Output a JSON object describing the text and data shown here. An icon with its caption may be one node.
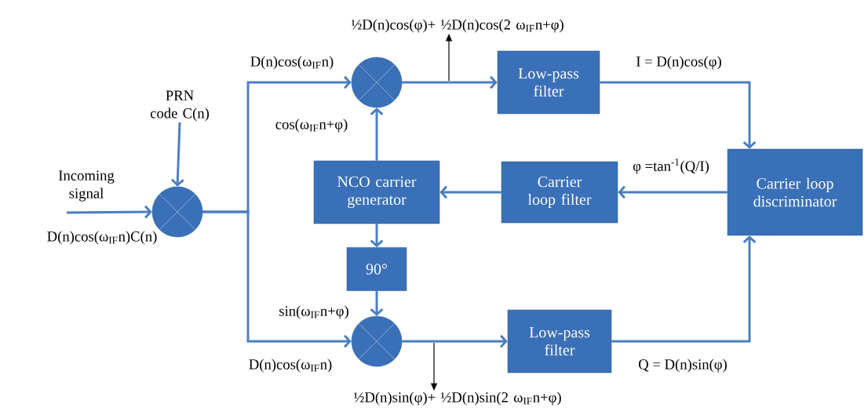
{
  "diagram": {
    "nodes": [
      {
        "text": [],
        "shape": "circle"
      },
      {
        "text": [],
        "shape": "circle"
      },
      {
        "text": [],
        "shape": "circle"
      },
      {
        "text": [
          "Low-pass filter"
        ]
      },
      {
        "text": [
          "Low-pass filter"
        ]
      },
      {
        "text": [
          "Carrier loop discriminator"
        ]
      },
      {
        "text": [
          "Carrier loop filter"
        ]
      },
      {
        "text": [
          "NCO carrier generator"
        ]
      },
      {
        "text": [
          "90°"
        ]
      },
      {
        "text": [
          "PRN code C(n)"
        ]
      },
      {
        "text": [
          "½D(n)cos(φ)+ ½D(n)cos(2 ω$_{IF}$n+φ)"
        ]
      },
      {
        "text": [
          "½D(n)sin(φ)+ ½D(n)sin(2 ω$_{IF}$n+φ)"
        ]
      }
    ],
    "edges": [
      {
        "from": null,
        "to": 0,
        "arrow": "to",
        "label": "Incoming signal"
      },
      {
        "from": 9,
        "to": 0,
        "arrow": "to"
      },
      {
        "from": 0,
        "to": 1,
        "arrow": "to",
        "label": "D(n)cos(ω$_{IF}$n)"
      },
      {
        "from": 0,
        "to": 2,
        "arrow": "to",
        "label": "D(n)cos(ω$_{IF}$n)"
      },
      {
        "from": 1,
        "to": 3,
        "arrow": "to"
      },
      {
        "from": 2,
        "to": 4,
        "arrow": "to"
      },
      {
        "from": 3,
        "to": 5,
        "arrow": "to",
        "label": "I =   D(n)cos(φ)"
      },
      {
        "from": 4,
        "to": 5,
        "arrow": "to",
        "label": "Q =   D(n)sin(φ)"
      },
      {
        "from": 5,
        "to": 6,
        "arrow": "to",
        "label": "φ =tan$^{-1}$(Q/I)"
      },
      {
        "from": 6,
        "to": 7,
        "arrow": "to"
      },
      {
        "from": 7,
        "to": 1,
        "arrow": "to",
        "label": "cos(ω$_{IF}$n+φ)"
      },
      {
        "from": 7,
        "to": 8,
        "arrow": "to"
      },
      {
        "from": 8,
        "to": 2,
        "arrow": "to",
        "label": "sin(ω$_{IF}$n+φ)"
      },
      {
        "from": null,
        "to": 10,
        "arrow": "to",
        "color": "#000000"
      },
      {
        "from": null,
        "to": 11,
        "arrow": "to",
        "color": "#000000"
      }
    ],
    "labels": [
      "D(n)cos(ω$_{IF}$n)C(n)"
    ]
  }
}
